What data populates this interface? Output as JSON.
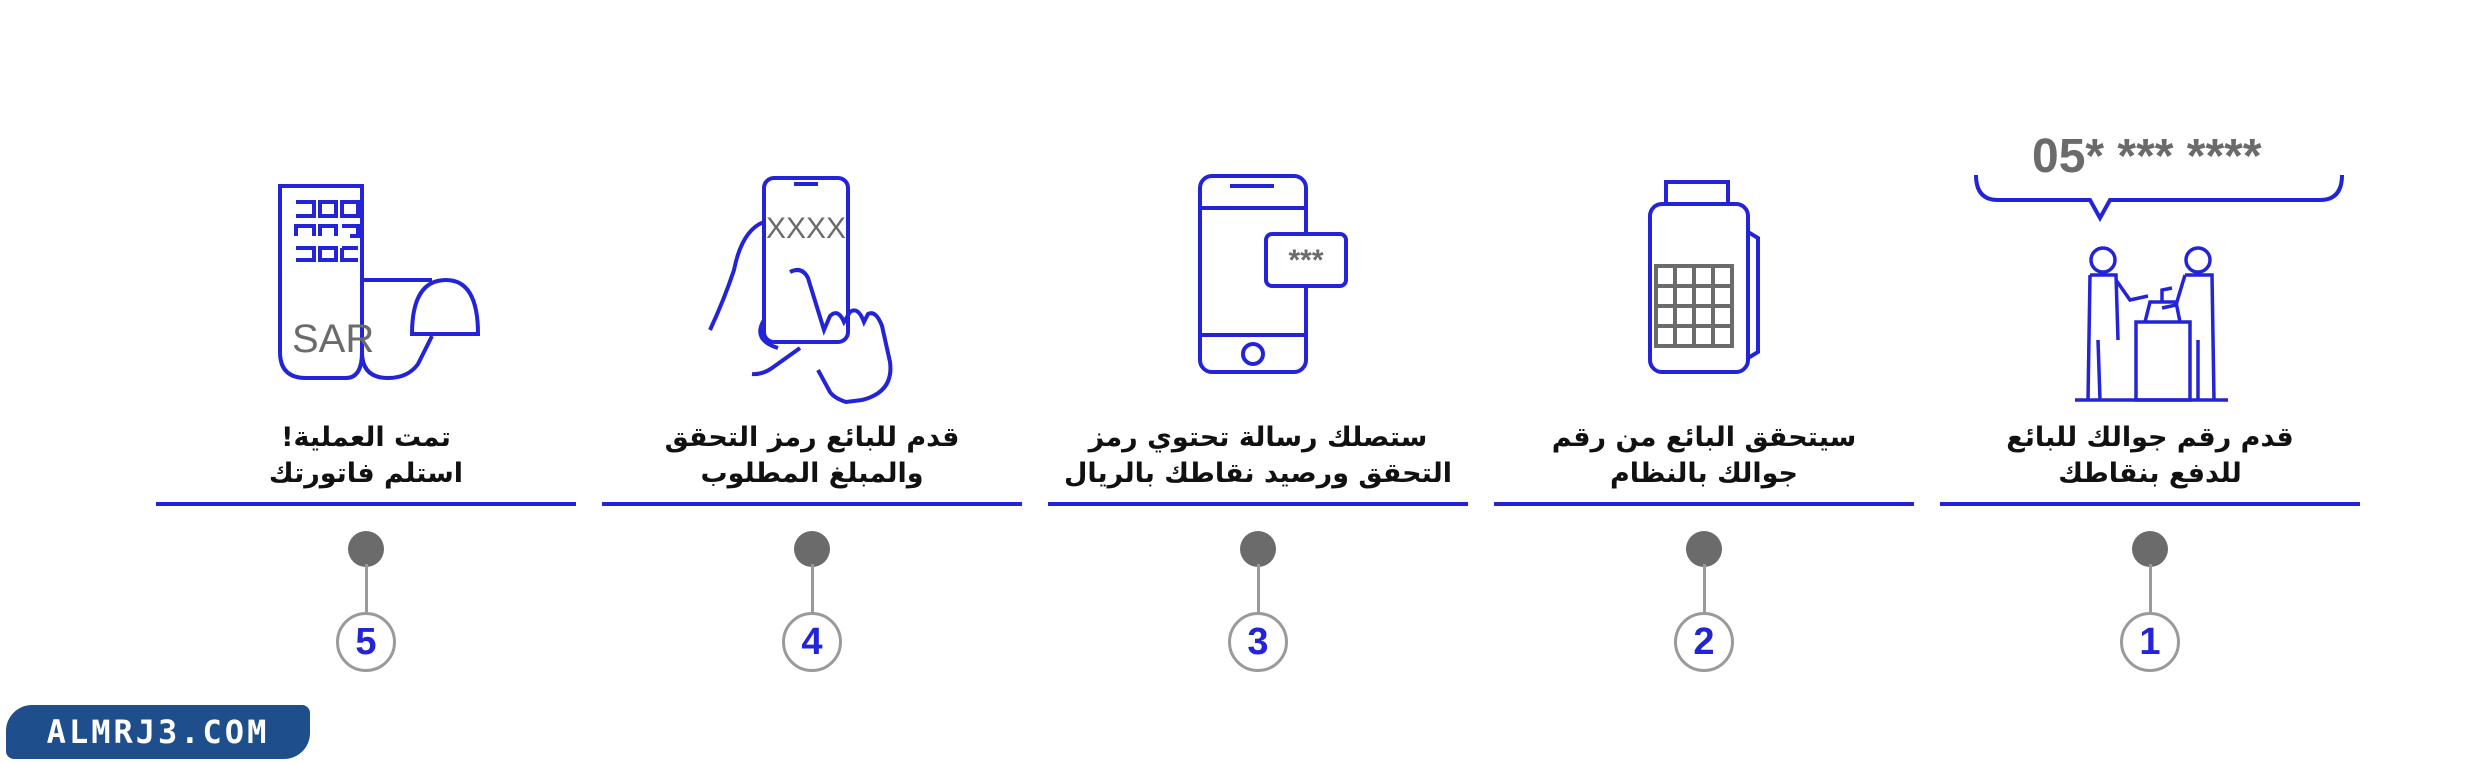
{
  "steps": [
    {
      "number": "1",
      "line1": "قدم رقم جوالك للبائع",
      "line2": "للدفع بنقاطك",
      "bubble_text": "05* *** ****"
    },
    {
      "number": "2",
      "line1": "سيتحقق البائع من رقم",
      "line2": "جوالك بالنظام"
    },
    {
      "number": "3",
      "line1": "ستصلك رسالة تحتوي رمز",
      "line2": "التحقق ورصيد نقاطك بالريال",
      "sms_text": "***"
    },
    {
      "number": "4",
      "line1": "قدم للبائع رمز التحقق",
      "line2": "والمبلغ المطلوب",
      "screen_text": "XXXX"
    },
    {
      "number": "5",
      "line1": "تمت العملية!",
      "line2": "استلم فاتورتك",
      "receipt_text": "SAR"
    }
  ],
  "logo": {
    "text": "ALMRJ3.COM"
  },
  "colors": {
    "accent": "#2323d8",
    "dot": "#6b6b6b",
    "ring": "#9a9a9a",
    "logo_bg": "#1f4e8c"
  }
}
